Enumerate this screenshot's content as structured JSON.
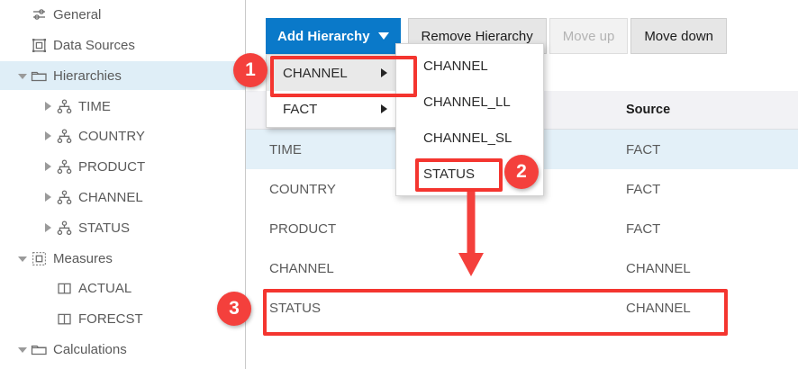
{
  "sidebar": {
    "items": [
      {
        "label": "General",
        "icon": "sliders-icon",
        "indent": 0,
        "twisty": "none",
        "selected": false
      },
      {
        "label": "Data Sources",
        "icon": "datasource-icon",
        "indent": 0,
        "twisty": "none",
        "selected": false
      },
      {
        "label": "Hierarchies",
        "icon": "folder-icon",
        "indent": 0,
        "twisty": "down",
        "selected": true
      },
      {
        "label": "TIME",
        "icon": "hierarchy-icon",
        "indent": 1,
        "twisty": "right",
        "selected": false
      },
      {
        "label": "COUNTRY",
        "icon": "hierarchy-icon",
        "indent": 1,
        "twisty": "right",
        "selected": false
      },
      {
        "label": "PRODUCT",
        "icon": "hierarchy-icon",
        "indent": 1,
        "twisty": "right",
        "selected": false
      },
      {
        "label": "CHANNEL",
        "icon": "hierarchy-icon",
        "indent": 1,
        "twisty": "right",
        "selected": false
      },
      {
        "label": "STATUS",
        "icon": "hierarchy-icon",
        "indent": 1,
        "twisty": "right",
        "selected": false
      },
      {
        "label": "Measures",
        "icon": "measures-icon",
        "indent": 0,
        "twisty": "down",
        "selected": false
      },
      {
        "label": "ACTUAL",
        "icon": "measure-item-icon",
        "indent": 1,
        "twisty": "none",
        "selected": false
      },
      {
        "label": "FORECST",
        "icon": "measure-item-icon",
        "indent": 1,
        "twisty": "none",
        "selected": false
      },
      {
        "label": "Calculations",
        "icon": "folder-icon",
        "indent": 0,
        "twisty": "down",
        "selected": false
      }
    ]
  },
  "toolbar": {
    "add_hierarchy_label": "Add Hierarchy",
    "remove_hierarchy_label": "Remove Hierarchy",
    "move_up_label": "Move up",
    "move_down_label": "Move down",
    "move_up_disabled": true,
    "accent_color": "#0a79c9"
  },
  "menu1": {
    "items": [
      {
        "label": "CHANNEL",
        "has_submenu": true,
        "highlighted": true
      },
      {
        "label": "FACT",
        "has_submenu": true,
        "highlighted": false
      }
    ]
  },
  "menu2": {
    "items": [
      {
        "label": "CHANNEL"
      },
      {
        "label": "CHANNEL_LL"
      },
      {
        "label": "CHANNEL_SL"
      },
      {
        "label": "STATUS"
      }
    ]
  },
  "table": {
    "columns": [
      "",
      "Source"
    ],
    "rows": [
      {
        "name": "TIME",
        "source": "FACT",
        "selected": true
      },
      {
        "name": "COUNTRY",
        "source": "FACT",
        "selected": false
      },
      {
        "name": "PRODUCT",
        "source": "FACT",
        "selected": false
      },
      {
        "name": "CHANNEL",
        "source": "CHANNEL",
        "selected": false
      },
      {
        "name": "STATUS",
        "source": "CHANNEL",
        "selected": false
      }
    ]
  },
  "annotations": {
    "badges": [
      {
        "number": "1"
      },
      {
        "number": "2"
      },
      {
        "number": "3"
      }
    ],
    "color": "#f4403c",
    "arrow": "down-arrow"
  }
}
